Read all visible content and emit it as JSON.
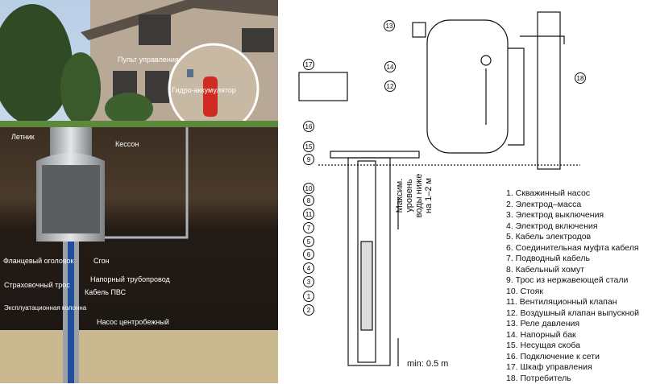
{
  "photo": {
    "labels": {
      "control_panel": "Пульт управления",
      "accumulator": "Гидро-аккумулятор",
      "summer_pipe": "Летник",
      "caisson": "Кессон",
      "flange_head": "Фланцевый оголовок",
      "fitting": "Сгон",
      "safety_rope": "Страховочный трос",
      "pressure_pipe": "Напорный трубопровод",
      "cable": "Кабель ПВС",
      "casing": "Эксплуатационная колонна",
      "pump": "Насос центробежный"
    }
  },
  "diagram": {
    "callouts": [
      "1",
      "2",
      "3",
      "4",
      "5",
      "6",
      "7",
      "8",
      "9",
      "10",
      "11",
      "12",
      "13",
      "14",
      "15",
      "16",
      "17",
      "18"
    ],
    "water_level": [
      "Максим.",
      "уровень",
      "воды ниже",
      "на 1–2 м"
    ],
    "min_depth": "min: 0.5 m",
    "legend": [
      "1.  Скважинный насос",
      "2.  Электрод–масса",
      "3.  Электрод выключения",
      "4.  Электрод включения",
      "5.  Кабель электродов",
      "6.  Соединительная муфта кабеля",
      "7.  Подводный кабель",
      "8.  Кабельный хомут",
      "9.  Трос из нержавеющей  стали",
      "10. Стояк",
      "11. Вентиляционный клапан",
      "12. Воздушный клапан выпускной",
      "13. Реле давления",
      "14. Напорный бак",
      "15. Несущая скоба",
      "16. Подключение к сети",
      "17. Шкаф управления",
      "18. Потребитель"
    ]
  }
}
